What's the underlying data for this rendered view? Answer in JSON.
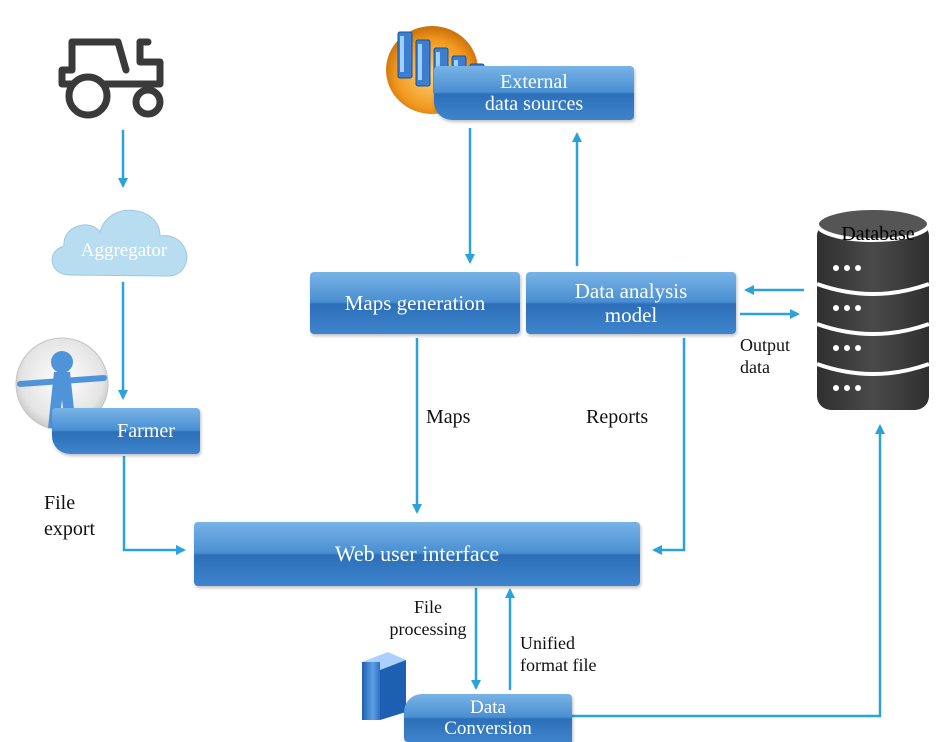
{
  "nodes": {
    "external_sources": "External\ndata sources",
    "aggregator": "Aggregator",
    "farmer": "Farmer",
    "maps_generation": "Maps generation",
    "data_analysis": "Data analysis\nmodel",
    "database": "Database",
    "web_ui": "Web user interface",
    "data_conversion": "Data\nConversion"
  },
  "edge_labels": {
    "file_export": "File\nexport",
    "maps": "Maps",
    "reports": "Reports",
    "output_data": "Output\ndata",
    "file_processing": "File\nprocessing",
    "unified_format": "Unified\nformat file"
  },
  "colors": {
    "arrow": "#2aa3dc",
    "box_blue": "#3b82c8",
    "cloud": "#b9ddf0",
    "icon_dark": "#3a3a3a"
  },
  "icons": [
    "tractor-icon",
    "cloud-icon",
    "farmer-person-icon",
    "server-stack-icon",
    "database-icon",
    "server-tower-icon"
  ]
}
